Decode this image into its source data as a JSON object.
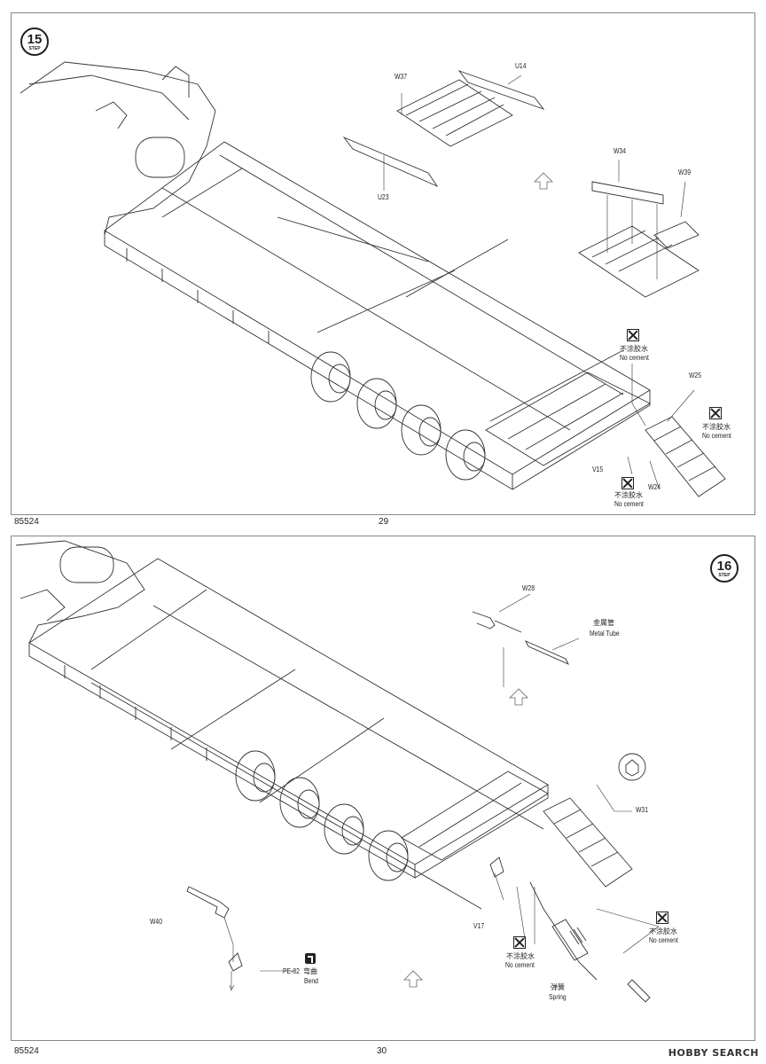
{
  "pages": [
    {
      "step": "15",
      "step_word": "STEP",
      "page_number": "29",
      "catalog_number": "85524",
      "parts": {
        "w37": "W37",
        "u14": "U14",
        "u23": "U23",
        "w34": "W34",
        "w39": "W39",
        "w25": "W25",
        "v15": "V15",
        "w24": "W24"
      },
      "no_cement_cn": "不涂胶水",
      "no_cement_en": "No cement"
    },
    {
      "step": "16",
      "step_word": "STEP",
      "page_number": "30",
      "catalog_number": "85524",
      "parts": {
        "w28": "W28",
        "metal_tube_cn": "金属管",
        "metal_tube_en": "Metal Tube",
        "w31": "W31",
        "w40": "W40",
        "v17": "V17",
        "pe82": "PE-82",
        "bend_cn": "弯曲",
        "bend_en": "Bend",
        "spring_cn": "弹簧",
        "spring_en": "Spring"
      },
      "no_cement_cn": "不涂胶水",
      "no_cement_en": "No cement"
    }
  ],
  "watermark": "HOBBY SEARCH",
  "icons": [
    "no-cement-icon",
    "bend-icon",
    "nut-callout-icon",
    "step-badge-icon",
    "arrow-icon"
  ]
}
